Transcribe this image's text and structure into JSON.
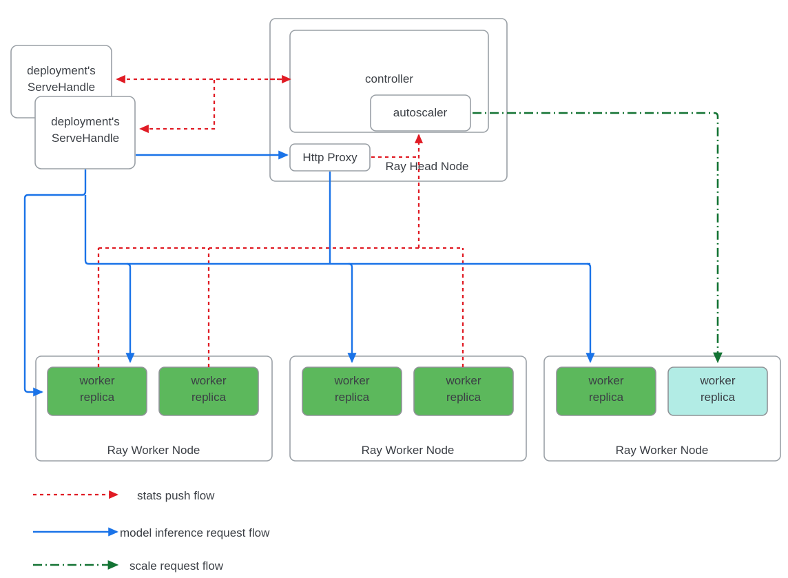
{
  "diagram": {
    "title": "Ray Serve architecture flow diagram",
    "colors": {
      "red_flow": "#e01b24",
      "blue_flow": "#1a73e8",
      "green_flow": "#137333",
      "replica_active": "#5cb85c",
      "replica_pending": "#b2ece5",
      "box_stroke": "#9aa0a6",
      "text": "#3b3f45",
      "background": "#ffffff"
    }
  },
  "serve_handles": [
    {
      "line1": "deployment's",
      "line2": "ServeHandle"
    },
    {
      "line1": "deployment's",
      "line2": "ServeHandle"
    }
  ],
  "head_node": {
    "label": "Ray Head Node",
    "controller": {
      "label": "controller"
    },
    "autoscaler": {
      "label": "autoscaler"
    },
    "http_proxy": {
      "label": "Http Proxy"
    }
  },
  "worker_nodes": [
    {
      "label": "Ray Worker Node",
      "replicas": [
        {
          "line1": "worker",
          "line2": "replica",
          "state": "active"
        },
        {
          "line1": "worker",
          "line2": "replica",
          "state": "active"
        }
      ]
    },
    {
      "label": "Ray Worker Node",
      "replicas": [
        {
          "line1": "worker",
          "line2": "replica",
          "state": "active"
        },
        {
          "line1": "worker",
          "line2": "replica",
          "state": "active"
        }
      ]
    },
    {
      "label": "Ray Worker Node",
      "replicas": [
        {
          "line1": "worker",
          "line2": "replica",
          "state": "active"
        },
        {
          "line1": "worker",
          "line2": "replica",
          "state": "pending"
        }
      ]
    }
  ],
  "legend": [
    {
      "label": "stats push flow",
      "style": "dotted",
      "color": "#e01b24"
    },
    {
      "label": "model inference request flow",
      "style": "solid",
      "color": "#1a73e8"
    },
    {
      "label": "scale request flow",
      "style": "dash-dot",
      "color": "#137333"
    }
  ]
}
